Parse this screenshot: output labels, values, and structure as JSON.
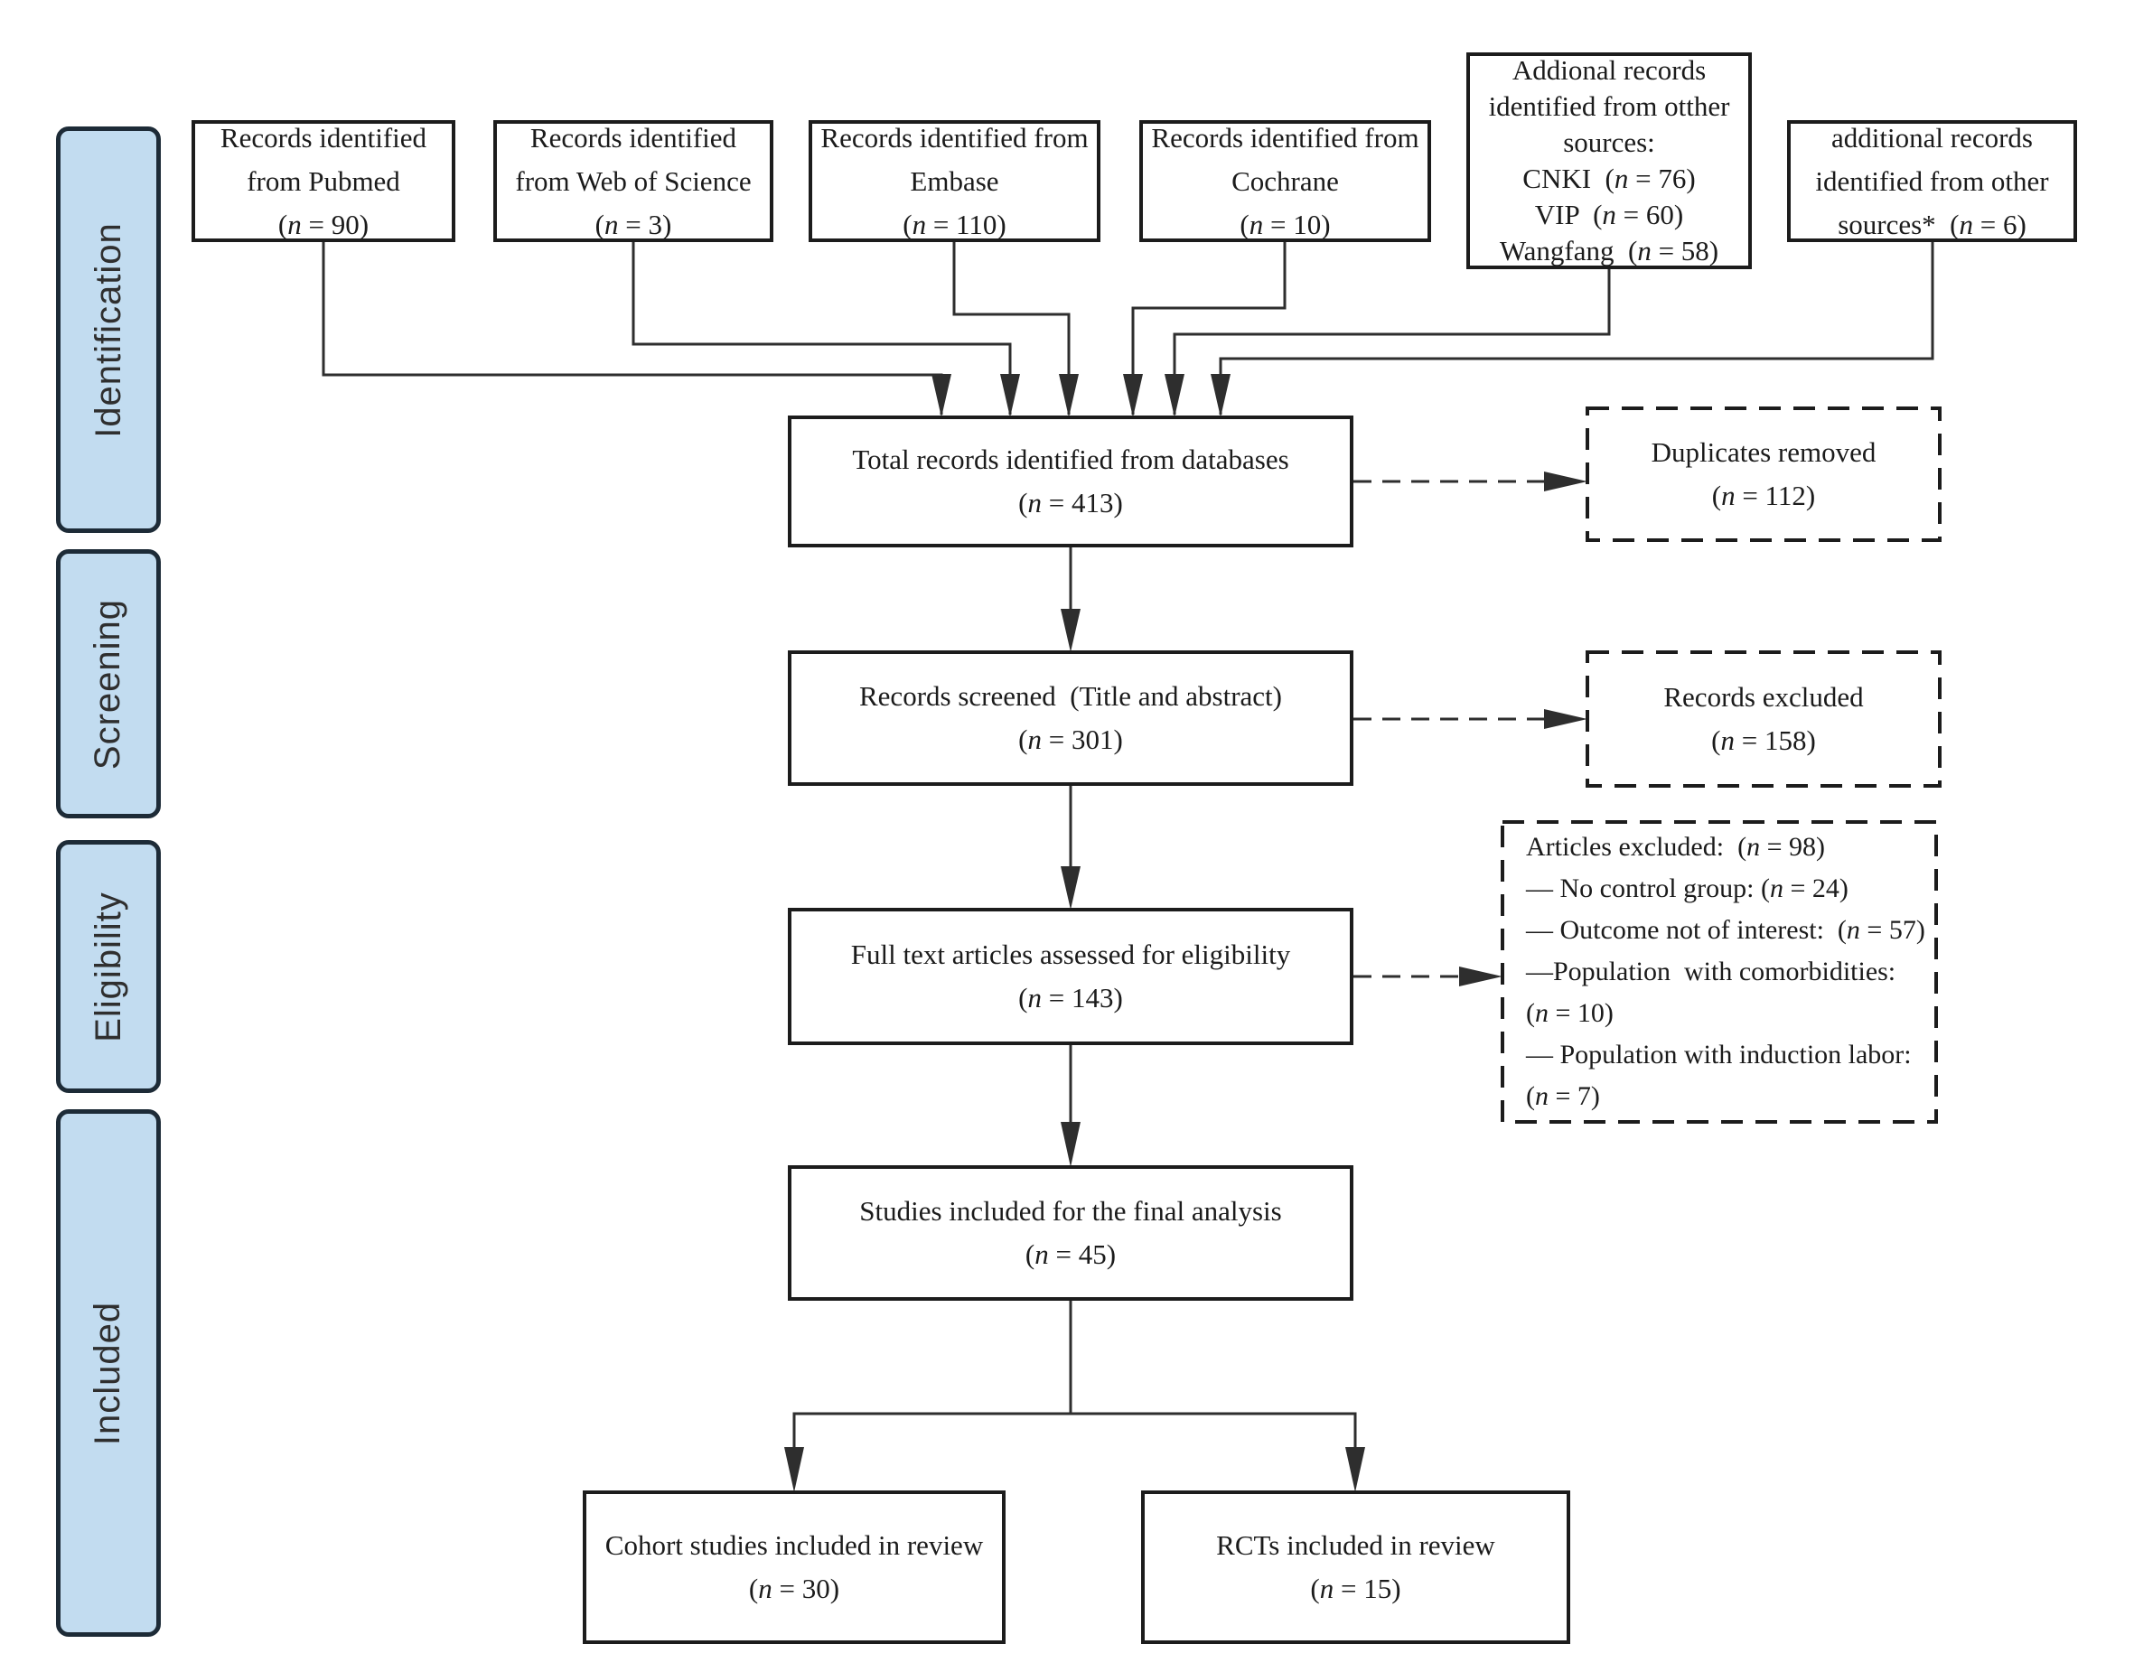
{
  "palette": {
    "stage_fill": "#c2dcf0",
    "stage_border": "#1d2b37",
    "box_border": "#1c1c1c",
    "line_color": "#2e2e2e",
    "text_color": "#1b1b1b"
  },
  "stages": {
    "identification": "Identification",
    "screening": "Screening",
    "eligibility": "Eligibility",
    "included": "Included"
  },
  "boxes": {
    "pubmed": {
      "lines": [
        "Records identified",
        "from Pubmed",
        "(n = 90)"
      ]
    },
    "web_of_science": {
      "lines": [
        "Records identified",
        "from Web of Science",
        "(n = 3)"
      ]
    },
    "embase": {
      "lines": [
        "Records identified from",
        "Embase",
        "(n = 110)"
      ]
    },
    "cochrane": {
      "lines": [
        "Records identified from",
        "Cochrane",
        "(n = 10)"
      ]
    },
    "other_chinese": {
      "lines": [
        "Addional records",
        "identified from otther",
        "sources:",
        "CNKI  (n = 76)",
        "VIP  (n = 60)",
        "Wangfang  (n = 58)"
      ]
    },
    "other_star": {
      "lines": [
        "additional records",
        "identified from other",
        "sources*  (n = 6)"
      ]
    },
    "total": {
      "lines": [
        "Total records identified from databases",
        "(n = 413)"
      ]
    },
    "screened": {
      "lines": [
        "Records screened  (Title and abstract)",
        "(n = 301)"
      ]
    },
    "full_text": {
      "lines": [
        "Full text articles assessed for eligibility",
        "(n = 143)"
      ]
    },
    "studies": {
      "lines": [
        "Studies included for the final analysis",
        "(n = 45)"
      ]
    },
    "cohort": {
      "lines": [
        "Cohort studies included in review",
        "(n = 30)"
      ]
    },
    "rcts": {
      "lines": [
        "RCTs included in review",
        "(n = 15)"
      ]
    },
    "duplicates": {
      "lines": [
        "Duplicates removed",
        "(n = 112)"
      ]
    },
    "records_excluded": {
      "lines": [
        "Records excluded",
        "(n = 158)"
      ]
    },
    "articles_excluded": {
      "lines": [
        "Articles excluded:  (n = 98)",
        "— No control group: (n = 24)",
        "— Outcome not of interest:  (n = 57)",
        "—Population  with comorbidities:",
        "(n = 10)",
        "— Population with induction labor:",
        "(n = 7)"
      ]
    }
  }
}
